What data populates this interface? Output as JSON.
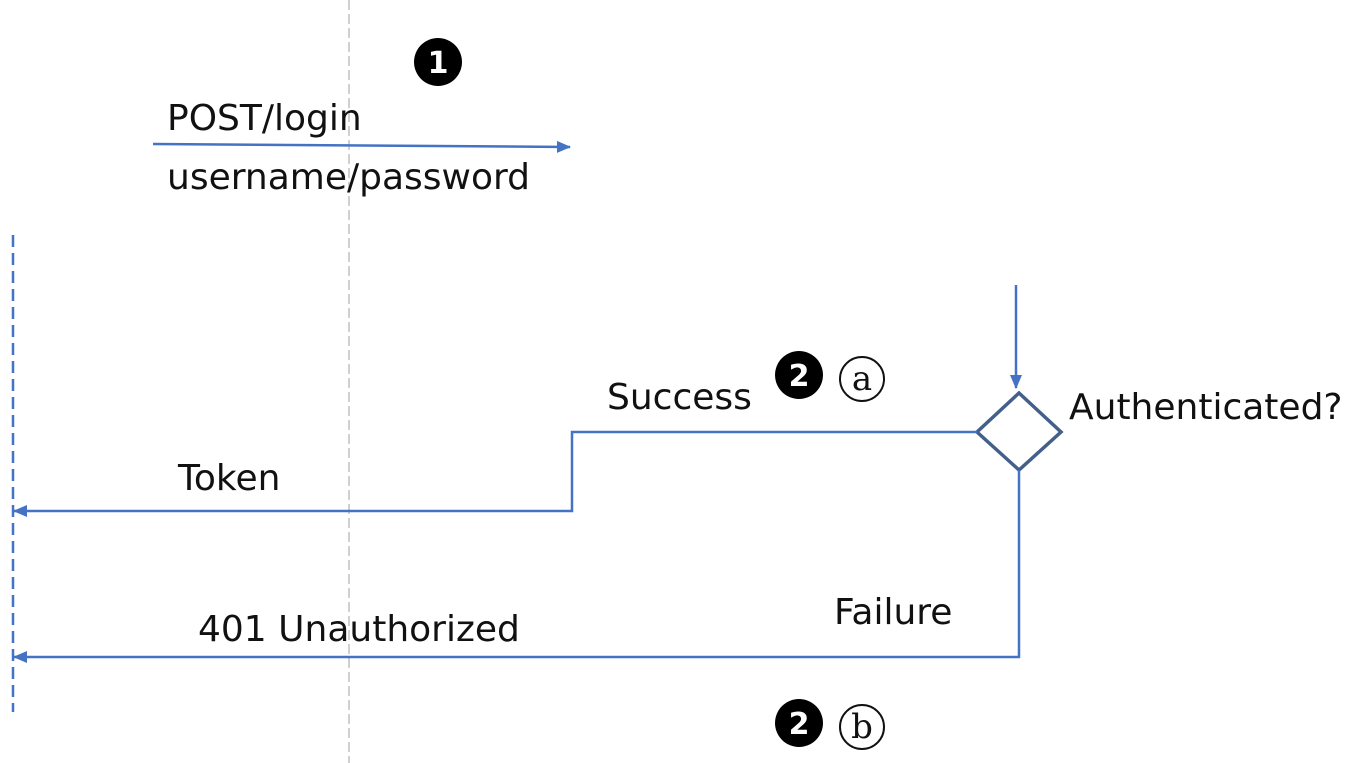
{
  "colors": {
    "arrow": "#4472C4",
    "diamond_stroke": "#445F8A",
    "lifeline": "#4472C4",
    "guide_line": "#D0D0D0",
    "badge": "#000000",
    "text": "#111111"
  },
  "steps": {
    "step1": {
      "badge": "1"
    },
    "step2a": {
      "badge": "2",
      "letter": "a"
    },
    "step2b": {
      "badge": "2",
      "letter": "b"
    }
  },
  "messages": {
    "request_line1": "POST/login",
    "request_line2": "username/password",
    "success": "Success",
    "token": "Token",
    "failure": "Failure",
    "unauthorized": "401 Unauthorized"
  },
  "decision": {
    "label": "Authenticated?"
  }
}
